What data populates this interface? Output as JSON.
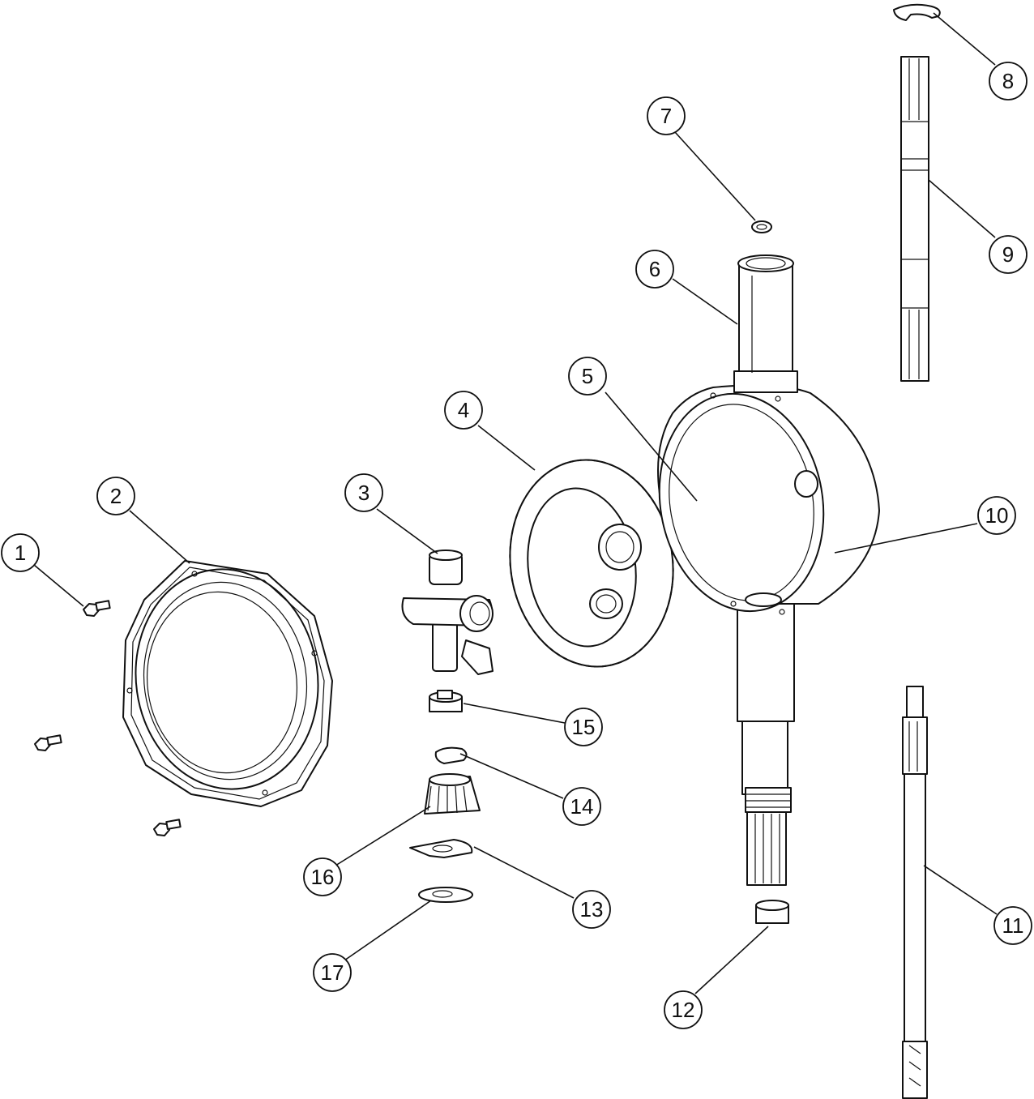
{
  "callouts": [
    {
      "id": "1",
      "label": "1"
    },
    {
      "id": "2",
      "label": "2"
    },
    {
      "id": "3",
      "label": "3"
    },
    {
      "id": "4",
      "label": "4"
    },
    {
      "id": "5",
      "label": "5"
    },
    {
      "id": "6",
      "label": "6"
    },
    {
      "id": "7",
      "label": "7"
    },
    {
      "id": "8",
      "label": "8"
    },
    {
      "id": "9",
      "label": "9"
    },
    {
      "id": "10",
      "label": "10"
    },
    {
      "id": "11",
      "label": "11"
    },
    {
      "id": "12",
      "label": "12"
    },
    {
      "id": "13",
      "label": "13"
    },
    {
      "id": "14",
      "label": "14"
    },
    {
      "id": "15",
      "label": "15"
    },
    {
      "id": "16",
      "label": "16"
    },
    {
      "id": "17",
      "label": "17"
    }
  ],
  "colors": {
    "line": "#111111",
    "background": "#ffffff",
    "shade": "#d8d8d8"
  }
}
